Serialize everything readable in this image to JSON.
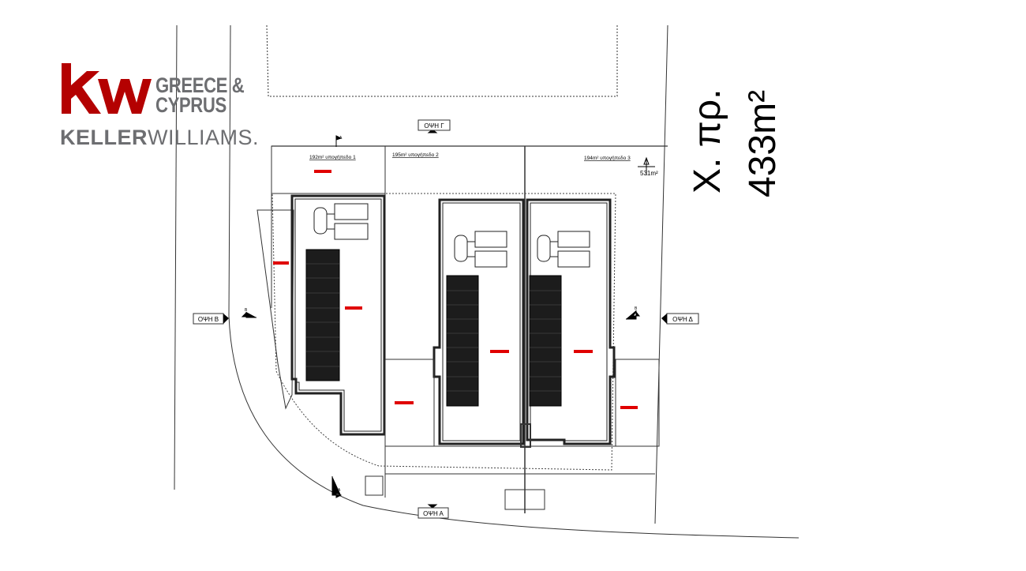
{
  "logo": {
    "mark": "kw",
    "line1": "GREECE &",
    "line2": "CYPRUS",
    "brand_bold": "KELLER",
    "brand_light": "WILLIAMS",
    "brand_dot": ".",
    "colors": {
      "mark": "#b40101",
      "text": "#6d6e71"
    }
  },
  "plan": {
    "elevation_north": "ΟΨΗ Γ",
    "elevation_west": "ΟΨΗ Β",
    "elevation_east": "ΟΨΗ Δ",
    "elevation_south": "ΟΨΗ Α",
    "plot_1": "192m² υπογήπεδο 1",
    "plot_2": "195m² υπογήπεδο 2",
    "plot_3": "194m² υπογήπεδο 3",
    "bench_area": "531m²",
    "section_marker_a": "A",
    "section_marker_b": "B",
    "area_line1": "Χ. πρ.",
    "area_line2": "433m²"
  }
}
